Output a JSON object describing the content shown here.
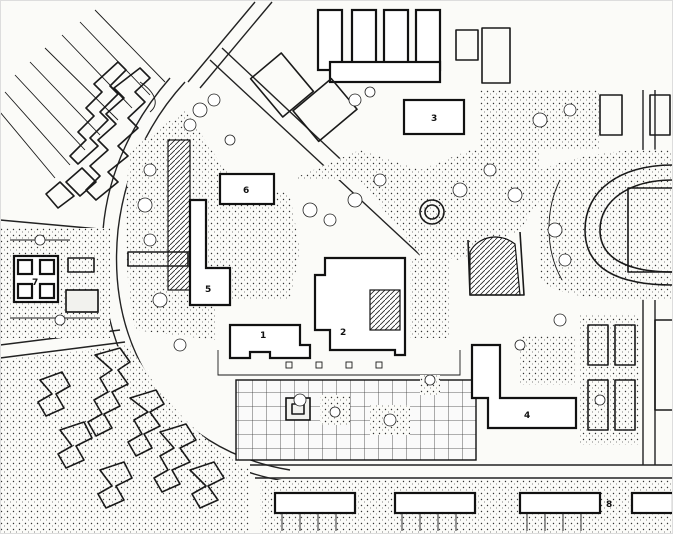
{
  "map": {
    "building_labels": [
      {
        "id": "b1",
        "text": "1"
      },
      {
        "id": "b2",
        "text": "2"
      },
      {
        "id": "b3",
        "text": "3"
      },
      {
        "id": "b4",
        "text": "4"
      },
      {
        "id": "b5",
        "text": "5"
      },
      {
        "id": "b6",
        "text": "6"
      },
      {
        "id": "b7",
        "text": "7"
      },
      {
        "id": "b8",
        "text": "8"
      }
    ],
    "colors": {
      "ink": "#1a1a1a",
      "paper": "#fbfbf8",
      "building_fill": "#ffffff"
    }
  }
}
